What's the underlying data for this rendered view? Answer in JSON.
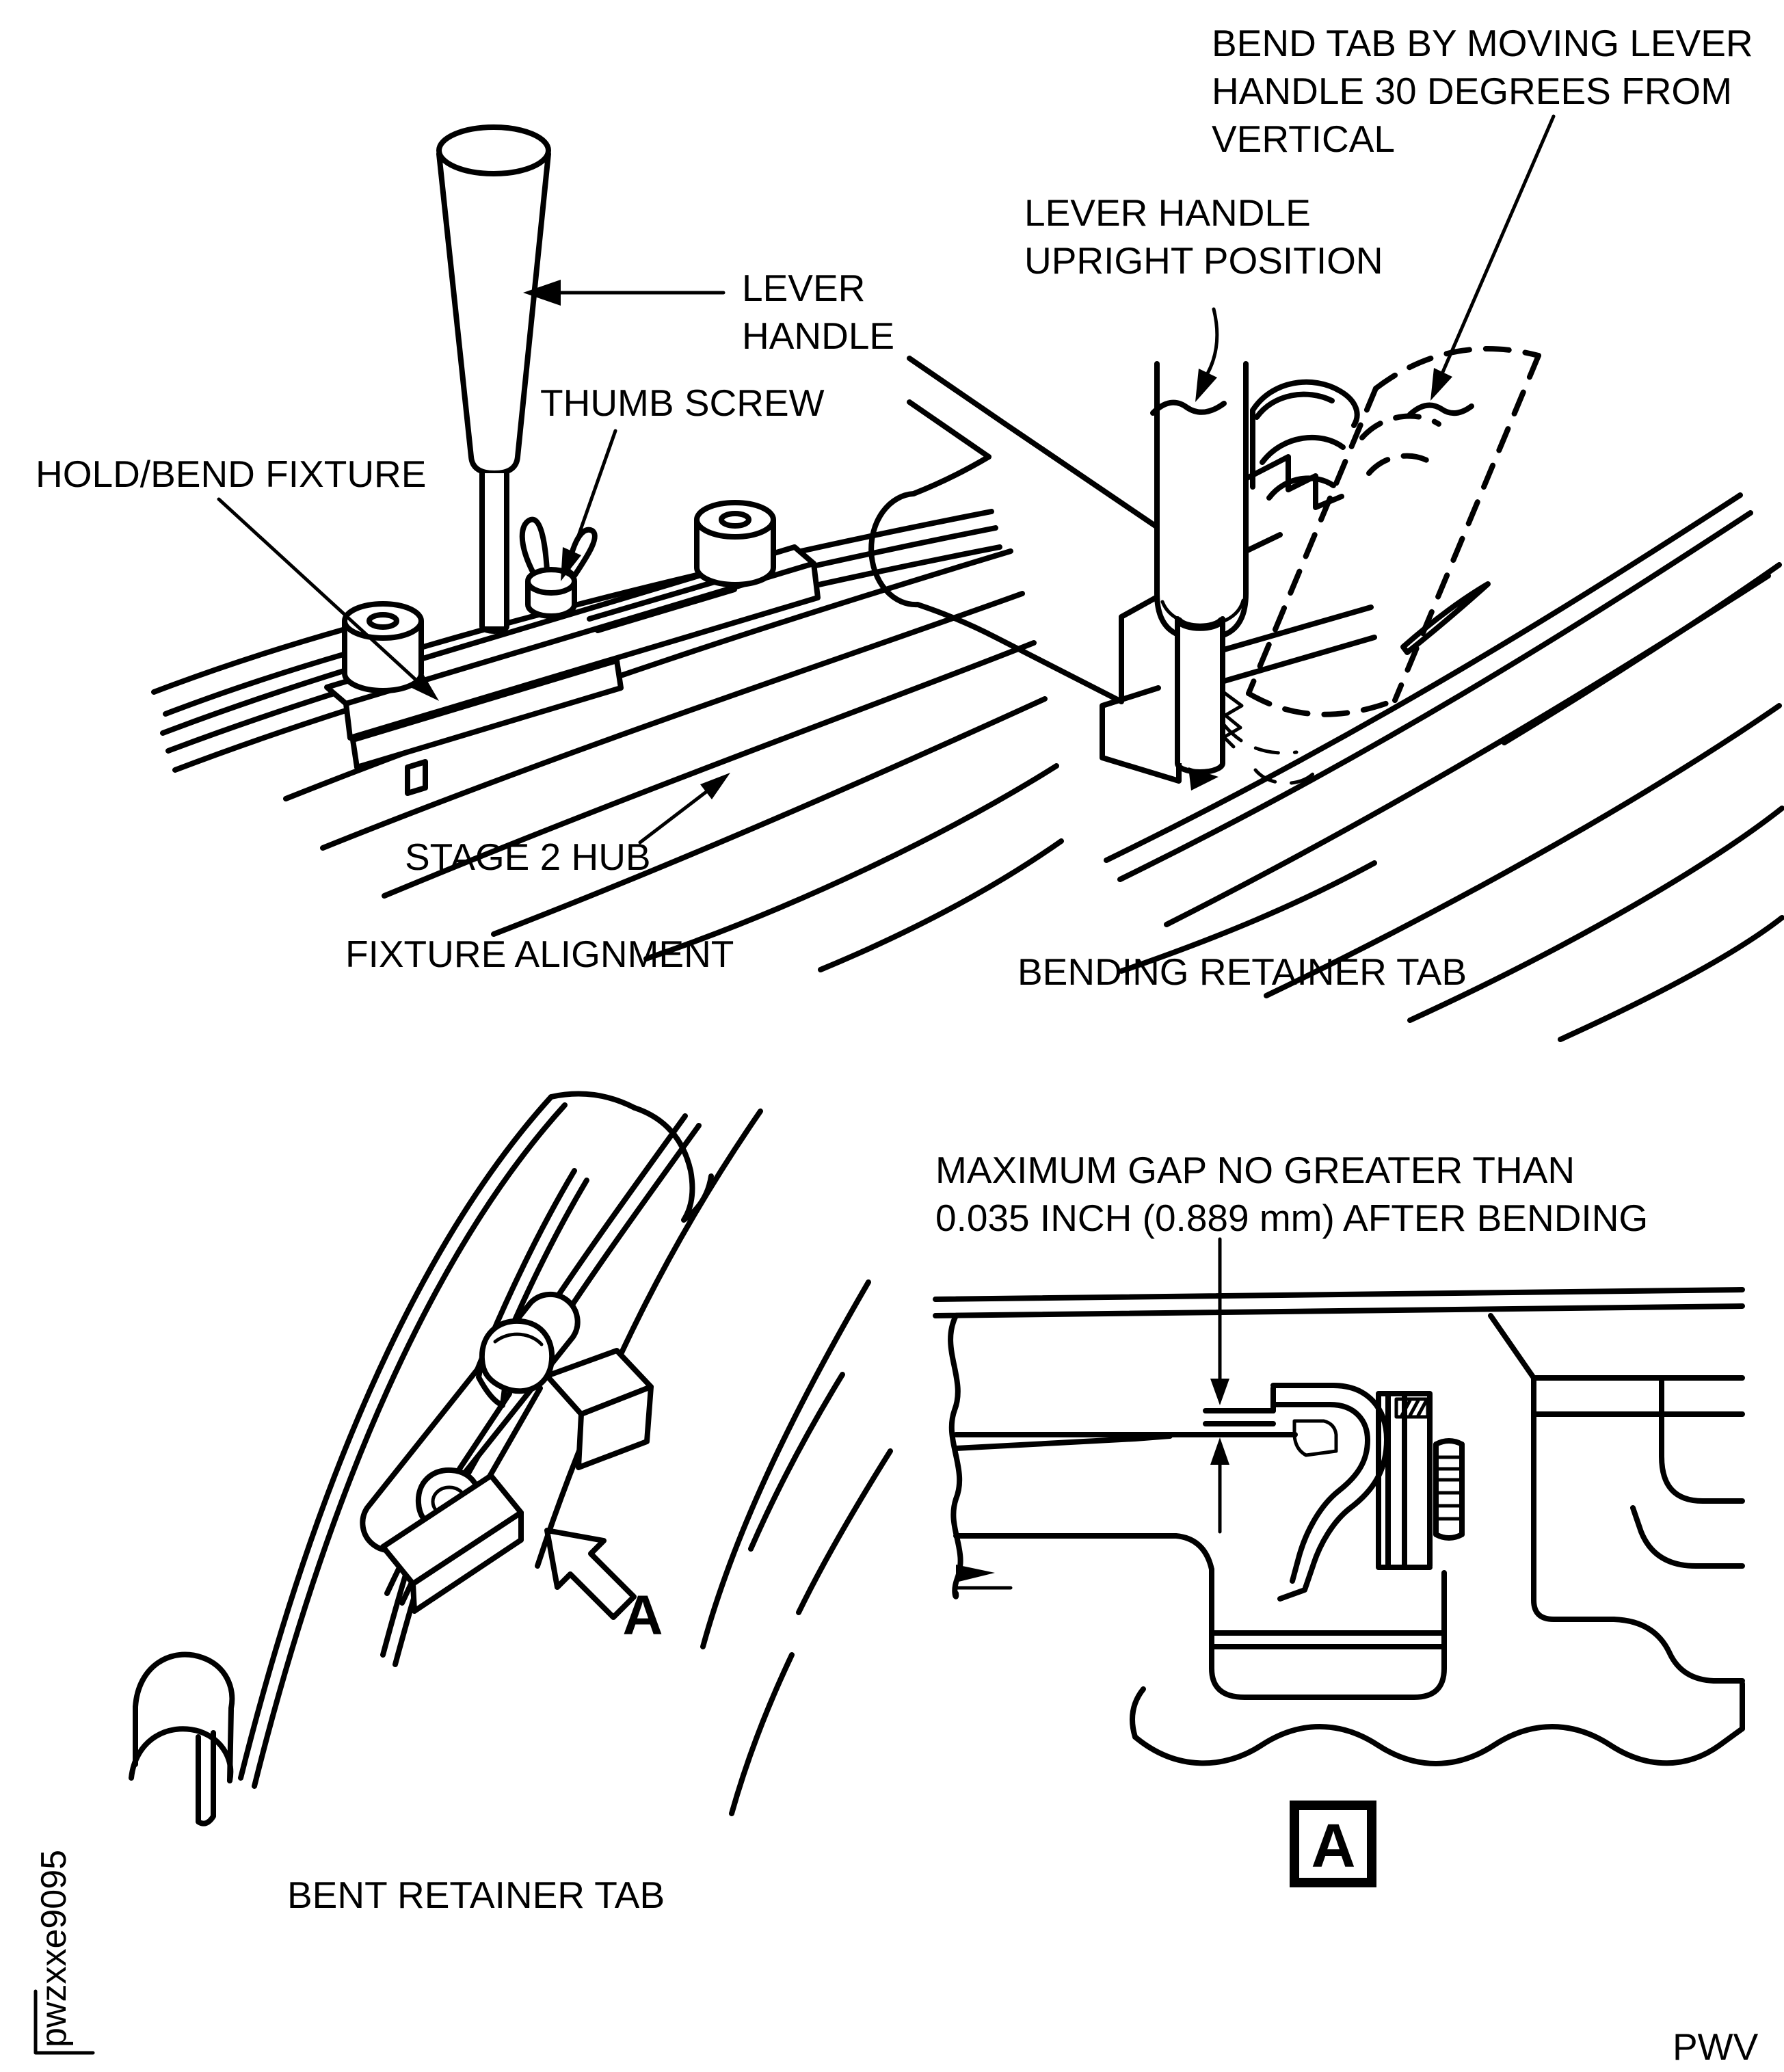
{
  "page": {
    "colors": {
      "ink": "#000000",
      "background": "#ffffff"
    },
    "figure_id": "pwzxxe9095",
    "publisher_code": "PWV"
  },
  "panels": {
    "fixture_alignment": {
      "caption": "FIXTURE ALIGNMENT",
      "labels": {
        "lever_handle_line1": "LEVER",
        "lever_handle_line2": "HANDLE",
        "thumb_screw": "THUMB SCREW",
        "hold_bend_fixture": "HOLD/BEND FIXTURE",
        "stage_2_hub": "STAGE 2 HUB"
      }
    },
    "bending_retainer_tab": {
      "caption": "BENDING RETAINER TAB",
      "labels": {
        "bend_tab_line1": "BEND TAB BY MOVING LEVER",
        "bend_tab_line2": "HANDLE 30 DEGREES FROM",
        "bend_tab_line3": "VERTICAL",
        "upright_line1": "LEVER HANDLE",
        "upright_line2": "UPRIGHT POSITION"
      }
    },
    "bent_retainer_tab": {
      "caption": "BENT RETAINER TAB",
      "detail_marker": "A"
    },
    "detail_a": {
      "labels": {
        "max_gap_line1": "MAXIMUM GAP NO GREATER THAN",
        "max_gap_line2": "0.035 INCH (0.889 mm) AFTER BENDING"
      },
      "detail_marker": "A"
    }
  }
}
